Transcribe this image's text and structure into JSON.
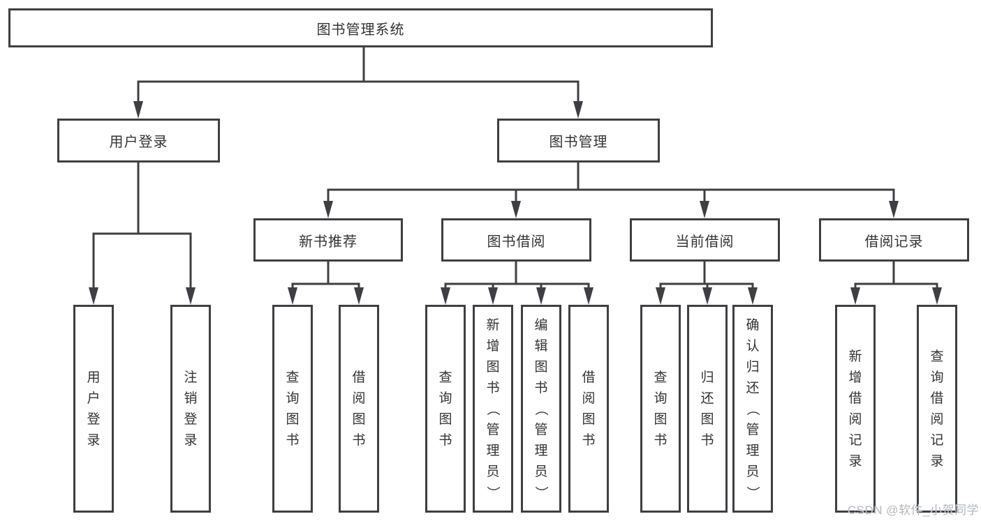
{
  "colors": {
    "line": "#3d3f42",
    "text": "#333333",
    "background": "#ffffff",
    "watermark": "#b3b7bc"
  },
  "watermark": {
    "text": "CSDN @软件_小贺同学"
  },
  "tree": {
    "label": "图书管理系统",
    "children": [
      {
        "label": "用户登录",
        "children": [
          {
            "label": "用户登录"
          },
          {
            "label": "注销登录"
          }
        ]
      },
      {
        "label": "图书管理",
        "children": [
          {
            "label": "新书推荐",
            "children": [
              {
                "label": "查询图书"
              },
              {
                "label": "借阅图书"
              }
            ]
          },
          {
            "label": "图书借阅",
            "children": [
              {
                "label": "查询图书"
              },
              {
                "label": "新增图书（管理员）"
              },
              {
                "label": "编辑图书（管理员）"
              },
              {
                "label": "借阅图书"
              }
            ]
          },
          {
            "label": "当前借阅",
            "children": [
              {
                "label": "查询图书"
              },
              {
                "label": "归还图书"
              },
              {
                "label": "确认归还（管理员）"
              }
            ]
          },
          {
            "label": "借阅记录",
            "children": [
              {
                "label": "新增借阅记录"
              },
              {
                "label": "查询借阅记录"
              }
            ]
          }
        ]
      }
    ]
  }
}
